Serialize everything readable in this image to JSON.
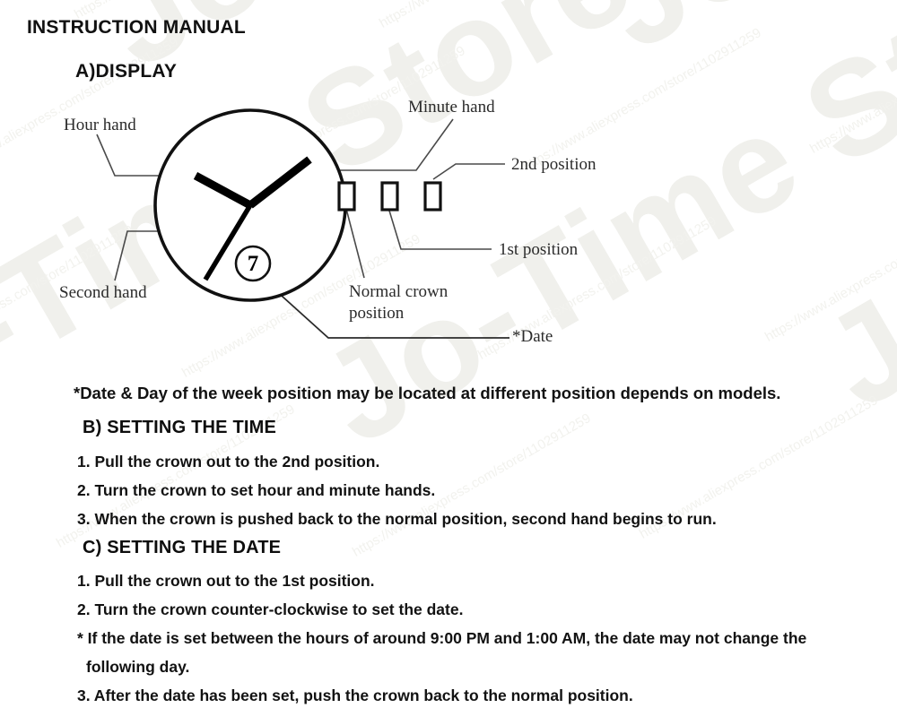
{
  "document": {
    "title": "INSTRUCTION MANUAL",
    "section_a_title": "A)DISPLAY"
  },
  "diagram": {
    "labels": {
      "hour_hand": "Hour hand",
      "minute_hand": "Minute hand",
      "second_hand": "Second hand",
      "second_position": "2nd position",
      "first_position": "1st position",
      "normal_crown_position_line1": "Normal crown",
      "normal_crown_position_line2": "position",
      "date": "*Date"
    },
    "date_window_value": "7"
  },
  "body": {
    "footnote": "*Date & Day of the week position may be located at different position depends on models.",
    "section_b": {
      "heading": "B) SETTING THE TIME",
      "steps": [
        "1. Pull the crown out to the 2nd position.",
        "2. Turn the crown to set hour and minute hands.",
        "3. When the crown is pushed back to the normal position, second hand begins to run."
      ]
    },
    "section_c": {
      "heading": "C) SETTING THE DATE",
      "steps": [
        "1. Pull the crown out to the 1st position.",
        "2. Turn the crown counter-clockwise to set the date.",
        "* If the date is set between the hours of around 9:00 PM and 1:00 AM, the date may not change the",
        "following day.",
        "3. After the date has been set, push the crown back to the normal position."
      ]
    }
  },
  "watermark": {
    "store_name": "Jo-Time Store",
    "url": "https://www.aliexpress.com/store/1102911259"
  },
  "colors": {
    "ink": "#121212",
    "diagram_line": "#555555",
    "watermark": "#f0f0ec",
    "background": "#ffffff"
  }
}
